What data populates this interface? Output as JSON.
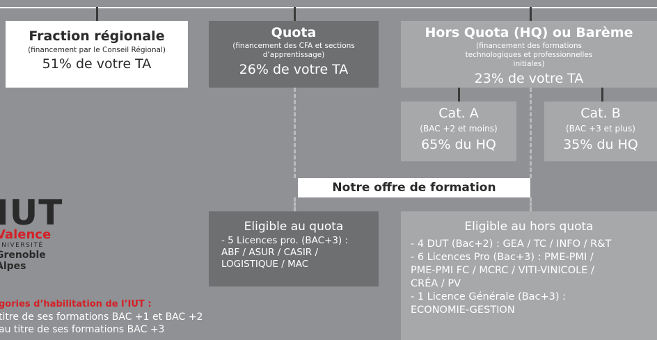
{
  "fraction": {
    "title": "Fraction régionale",
    "sub": "(financement par le Conseil Régional)",
    "value": "51% de votre TA"
  },
  "quota": {
    "title": "Quota",
    "sub": "(financement des CFA et sections d’apprentissage)",
    "value": "26% de votre TA"
  },
  "hq": {
    "title": "Hors Quota (HQ) ou Barème",
    "sub": "(financement des formations technologiques et professionnelles initiales)",
    "value": "23% de votre TA"
  },
  "cat_a": {
    "title": "Cat. A",
    "sub": "(BAC +2 et moins)",
    "value": "65% du HQ"
  },
  "cat_b": {
    "title": "Cat. B",
    "sub": "(BAC +3 et plus)",
    "value": "35% du HQ"
  },
  "offer_label": "Notre offre de formation",
  "eligible_quota": {
    "title": "Eligible au quota",
    "lines": [
      "- 5 Licences pro. (BAC+3) :",
      "ABF / ASUR / CASIR /",
      "LOGISTIQUE / MAC"
    ]
  },
  "eligible_hq": {
    "title": "Eligible au hors quota",
    "lines": [
      "- 4 DUT (Bac+2) : GEA / TC / INFO / R&T",
      "- 6 Licences Pro (Bac+3) : PME-PMI /",
      "PME-PMI FC / MCRC / VITI-VINICOLE /",
      "CRÉA / PV",
      "- 1 Licence Générale (Bac+3) :",
      "ECONOMIE-GESTION"
    ]
  },
  "logo": {
    "iut": "IUT",
    "valence": "Valence",
    "universite": "UNIVERSITÉ",
    "grenoble": "Grenoble",
    "alpes": "Alpes"
  },
  "bottom_note": {
    "title": "gories d’habilitation de l’IUT :",
    "lines": [
      "titre de ses formations BAC +1 et BAC +2",
      "au titre de ses formations BAC +3"
    ]
  }
}
